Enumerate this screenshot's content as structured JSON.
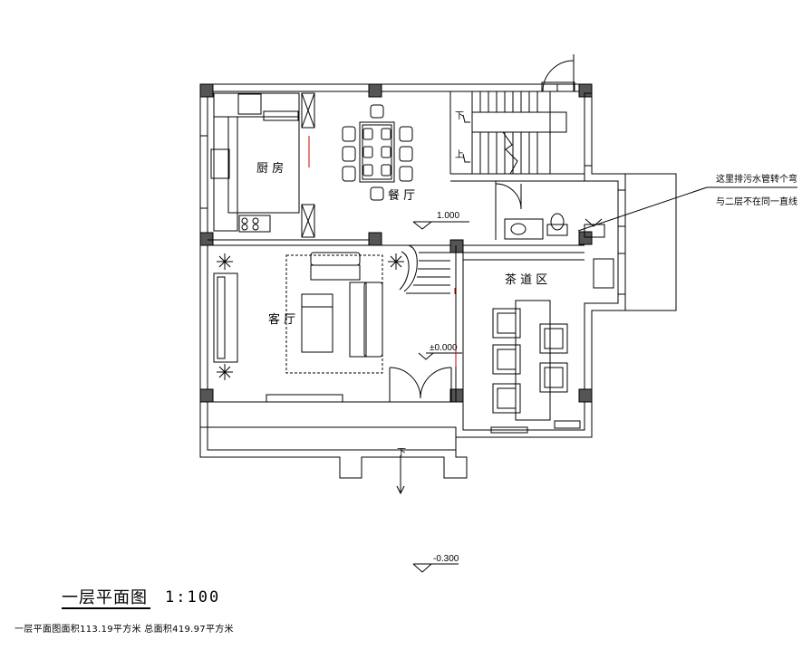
{
  "rooms": {
    "kitchen": "厨 房",
    "dining": "餐 厅",
    "living": "客 厅",
    "tea": "茶 道 区"
  },
  "stairs": {
    "down": "下",
    "up": "上",
    "entrance_down": "下"
  },
  "levels": {
    "upper": "1.000",
    "ground": "±0.000",
    "outside": "-0.300"
  },
  "note": {
    "line1": "这里排污水管转个弯",
    "line2": "与二层不在同一直线"
  },
  "title": "一层平面图",
  "scale": "1:100",
  "area_note": "一层平面图面积113.19平方米 总面积419.97平方米"
}
